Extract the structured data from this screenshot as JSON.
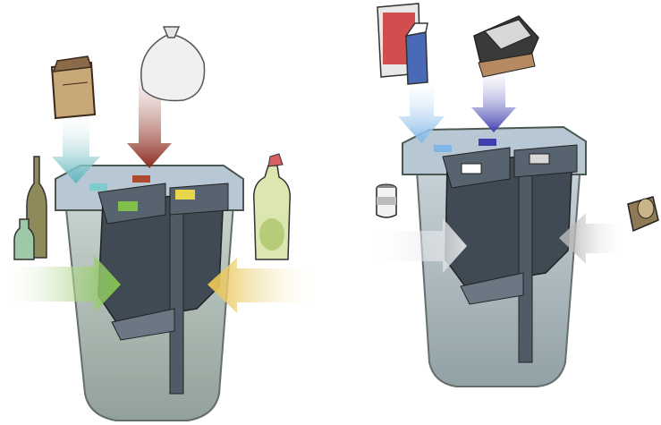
{
  "illustration": {
    "left_station": {
      "inputs": [
        "paper-bag",
        "trash-bag",
        "glass-bottles",
        "plastic-bottle"
      ],
      "arrow_colors": {
        "paper": "#7ecbcf",
        "waste": "#8a2a1c",
        "glass": "#7fbf4a",
        "plastic": "#e8c14a"
      },
      "slot_colors": [
        "#7ecbcf",
        "#b04a2e",
        "#7fbf4a",
        "#e8d64a"
      ]
    },
    "right_station": {
      "inputs": [
        "milk-carton",
        "newspapers",
        "tin-can",
        "crushed-can"
      ],
      "arrow_colors": {
        "carton": "#7fb6e8",
        "paper": "#3f3fb0",
        "cans": "#cfd4da",
        "metal": "#b0b0b0"
      },
      "slot_colors": [
        "#7fb6e8",
        "#3f3fb0",
        "#ffffff",
        "#d8d8d8"
      ]
    },
    "colors": {
      "bin_body": "#a7b6ad",
      "bin_dark": "#3f4a55",
      "bin_lid": "#9fb2c4"
    }
  }
}
